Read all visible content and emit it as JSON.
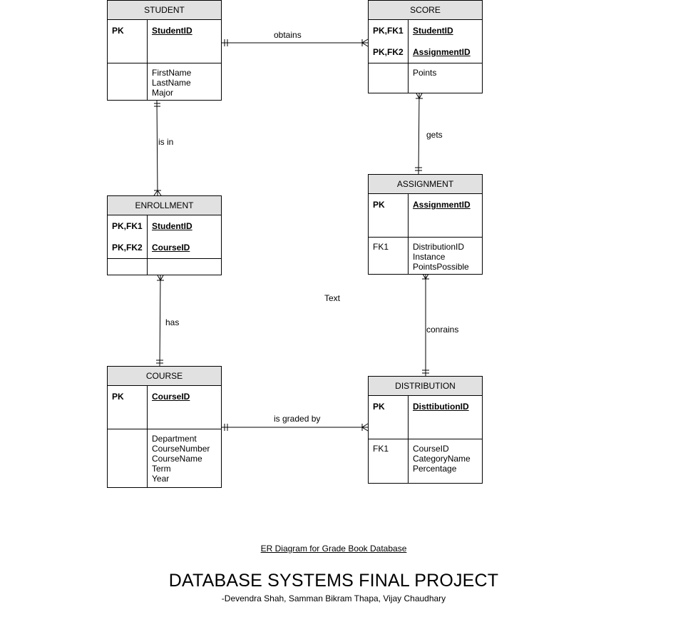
{
  "entities": {
    "student": {
      "name": "STUDENT",
      "keys": [
        {
          "type": "PK",
          "name": "StudentID"
        }
      ],
      "attr_keys": [],
      "attrs": [
        "FirstName",
        "LastName",
        "Major"
      ]
    },
    "score": {
      "name": "SCORE",
      "keys": [
        {
          "type": "PK,FK1",
          "name": "StudentID"
        },
        {
          "type": "PK,FK2",
          "name": "AssignmentID"
        }
      ],
      "attr_keys": [],
      "attrs": [
        "Points"
      ]
    },
    "enrollment": {
      "name": "ENROLLMENT",
      "keys": [
        {
          "type": "PK,FK1",
          "name": "StudentID"
        },
        {
          "type": "PK,FK2",
          "name": "CourseID"
        }
      ],
      "attr_keys": [],
      "attrs": []
    },
    "assignment": {
      "name": "ASSIGNMENT",
      "keys": [
        {
          "type": "PK",
          "name": "AssignmentID"
        }
      ],
      "attr_keys": [
        "FK1"
      ],
      "attrs": [
        "DistributionID",
        "Instance",
        "PointsPossible"
      ]
    },
    "course": {
      "name": "COURSE",
      "keys": [
        {
          "type": "PK",
          "name": "CourseID"
        }
      ],
      "attr_keys": [],
      "attrs": [
        "Department",
        "CourseNumber",
        "CourseName",
        "Term",
        "Year"
      ]
    },
    "distribution": {
      "name": "DISTRIBUTION",
      "keys": [
        {
          "type": "PK",
          "name": "DisttibutionID"
        }
      ],
      "attr_keys": [
        "FK1"
      ],
      "attrs": [
        "CourseID",
        "CategoryName",
        "Percentage"
      ]
    }
  },
  "relationships": {
    "obtains": "obtains",
    "is_in": "is in",
    "gets": "gets",
    "has": "has",
    "conrains": "conrains",
    "is_graded_by": "is graded by"
  },
  "stray_text": "Text",
  "caption": "ER Diagram for Grade Book Database",
  "title": "DATABASE SYSTEMS FINAL PROJECT",
  "authors": "-Devendra Shah, Samman Bikram Thapa, Vijay Chaudhary"
}
